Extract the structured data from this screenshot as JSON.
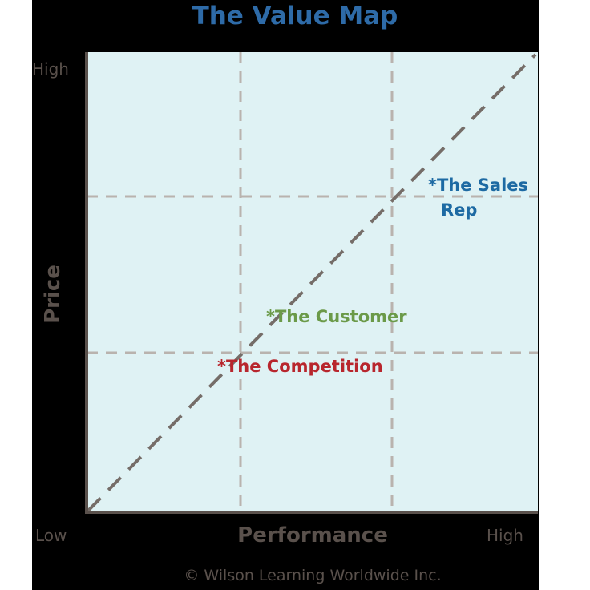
{
  "title": "The Value Map",
  "axes": {
    "y_label": "Price",
    "x_label": "Performance",
    "y_high": "High",
    "x_low": "Low",
    "x_high": "High"
  },
  "labels": {
    "sales_rep_line1": "*The Sales",
    "sales_rep_line2": "Rep",
    "customer": "*The Customer",
    "competition": "*The Competition"
  },
  "copyright": "© Wilson Learning Worldwide Inc.",
  "colors": {
    "title": "#2e6ba8",
    "plot_fill": "#dff2f4",
    "axis": "#5a514c",
    "grid": "#b9b3ae",
    "diagonal": "#756d68",
    "sales_rep": "#1d6aa3",
    "customer": "#6b9a49",
    "competition": "#b8262d"
  }
}
